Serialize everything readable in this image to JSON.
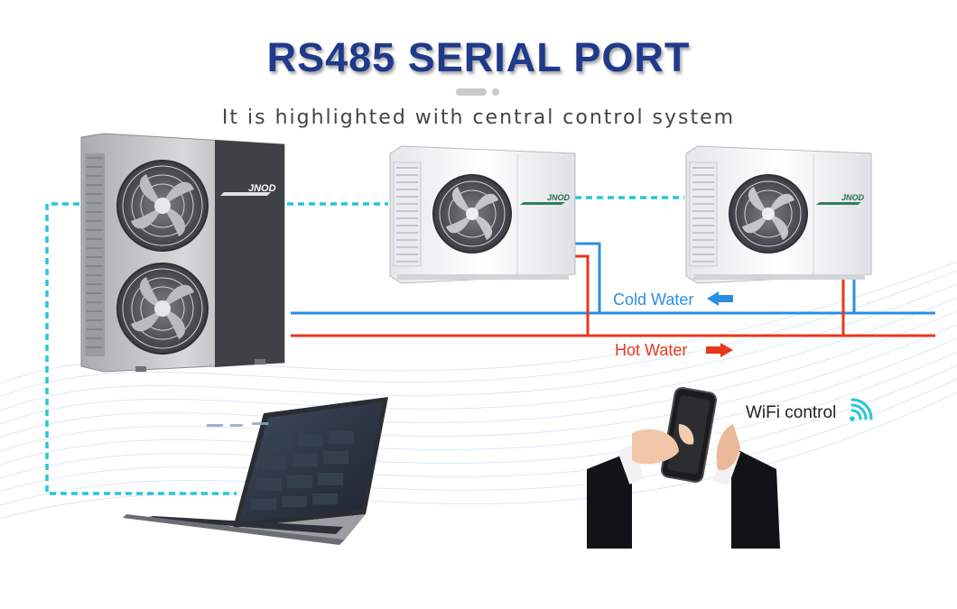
{
  "header": {
    "title": "RS485 SERIAL PORT",
    "subtitle": "It is highlighted with central control system"
  },
  "units": {
    "brand": "JNOD"
  },
  "pipes": {
    "cold_label": "Cold Water",
    "hot_label": "Hot Water"
  },
  "wifi": {
    "label": "WiFi control"
  },
  "colors": {
    "title": "#1f3a8a",
    "cold_pipe": "#2a8fe0",
    "hot_pipe": "#e8371b",
    "rs485_link": "#26c6d8"
  }
}
